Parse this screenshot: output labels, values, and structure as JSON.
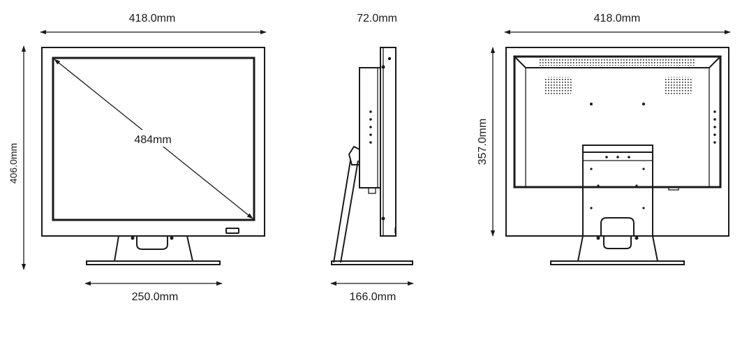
{
  "front_view": {
    "width_label": "418.0mm",
    "height_label": "406.0mm",
    "diagonal_label": "484mm",
    "base_width_label": "250.0mm"
  },
  "side_view": {
    "depth_label": "72.0mm",
    "base_depth_label": "166.0mm"
  },
  "rear_view": {
    "width_label": "418.0mm",
    "height_label": "357.0mm"
  },
  "colors": {
    "line": "#1a1a1a",
    "background": "#ffffff"
  }
}
